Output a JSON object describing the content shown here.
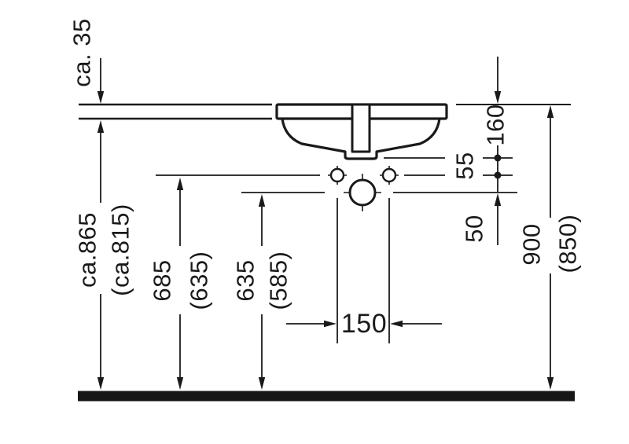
{
  "drawing": {
    "subject": "undercounter-washbasin-installation-front-view",
    "colors": {
      "ink": "#1a1a1a",
      "background": "#ffffff"
    },
    "labels": {
      "counter_offset": "ca. 35",
      "rim_height": "ca.865",
      "rim_height_alt": "(ca.815)",
      "fixing_height": "685",
      "fixing_height_alt": "(635)",
      "outlet_height": "635",
      "outlet_height_alt": "(585)",
      "fixing_spacing": "150",
      "depth_below_counter": "160",
      "gap_fixing": "55",
      "gap_outlet": "50",
      "counter_height": "900",
      "counter_height_alt": "(850)"
    }
  }
}
